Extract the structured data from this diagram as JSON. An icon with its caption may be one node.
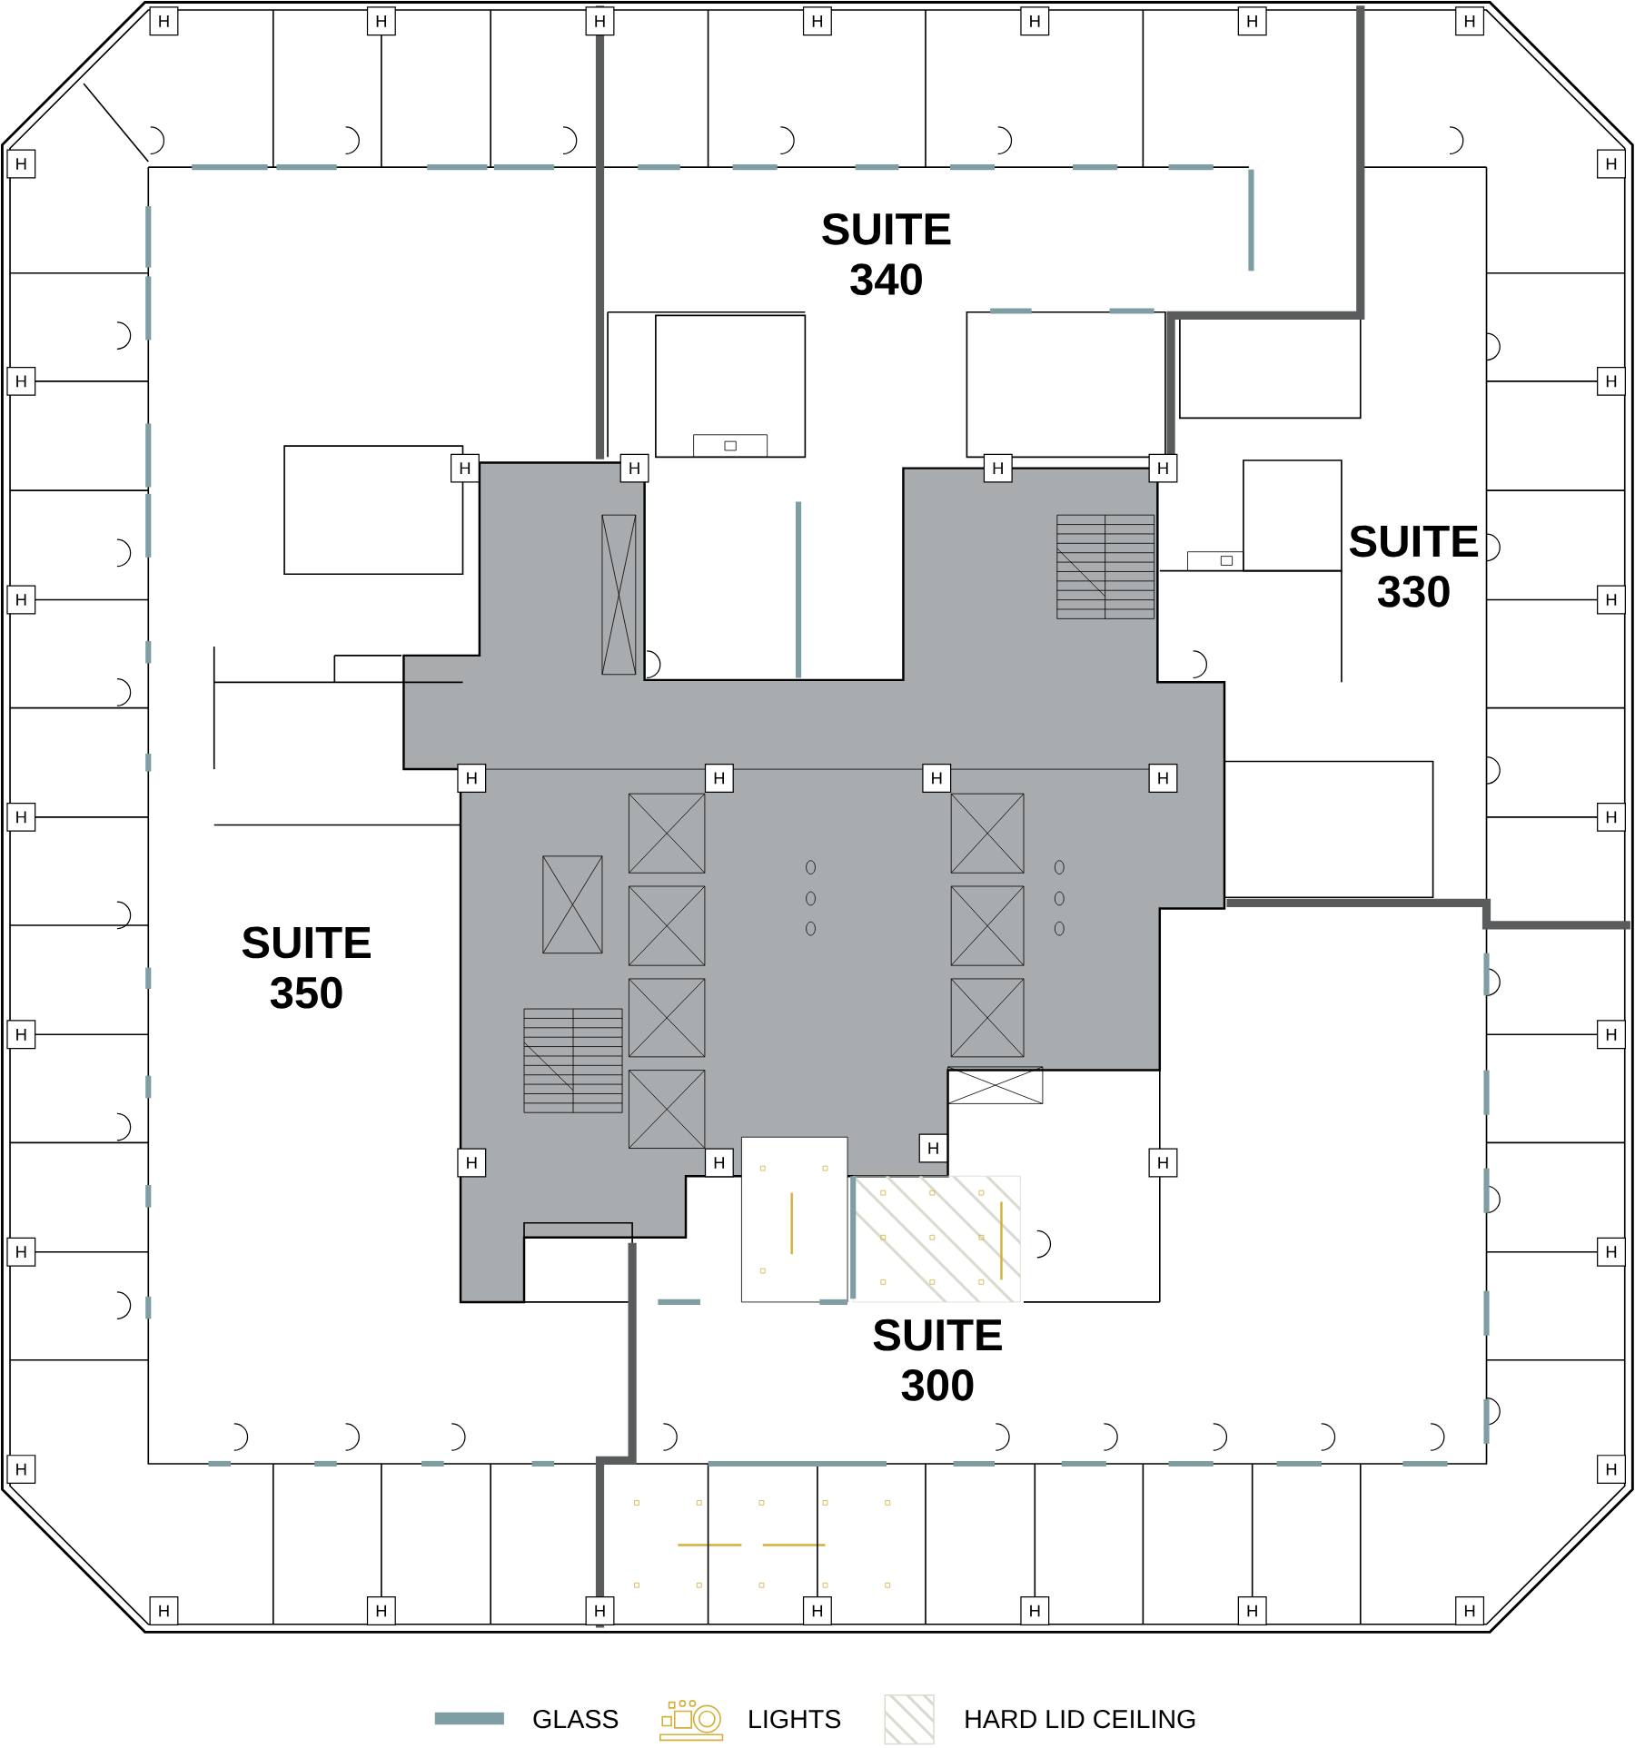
{
  "diagram": {
    "labels": [
      "H",
      "H",
      "H",
      "H",
      "H",
      "H",
      "H",
      "H",
      "H",
      "SUITE 340",
      "H",
      "H",
      "H",
      "H",
      "H",
      "H",
      "SUITE 330",
      "H",
      "H",
      "H",
      "H",
      "H",
      "H",
      "H",
      "H",
      "SUITE 350",
      "H",
      "H",
      "H",
      "H",
      "H",
      "H",
      "H",
      "H",
      "SUITE 300",
      "H",
      "H",
      "H",
      "H",
      "H",
      "H",
      "H",
      "H",
      "H"
    ],
    "legend": [
      {
        "text": "GLASS",
        "color": "#7f9ea3"
      },
      {
        "text": "LIGHTS"
      },
      {
        "text": "HARD LID CEILING"
      }
    ]
  }
}
